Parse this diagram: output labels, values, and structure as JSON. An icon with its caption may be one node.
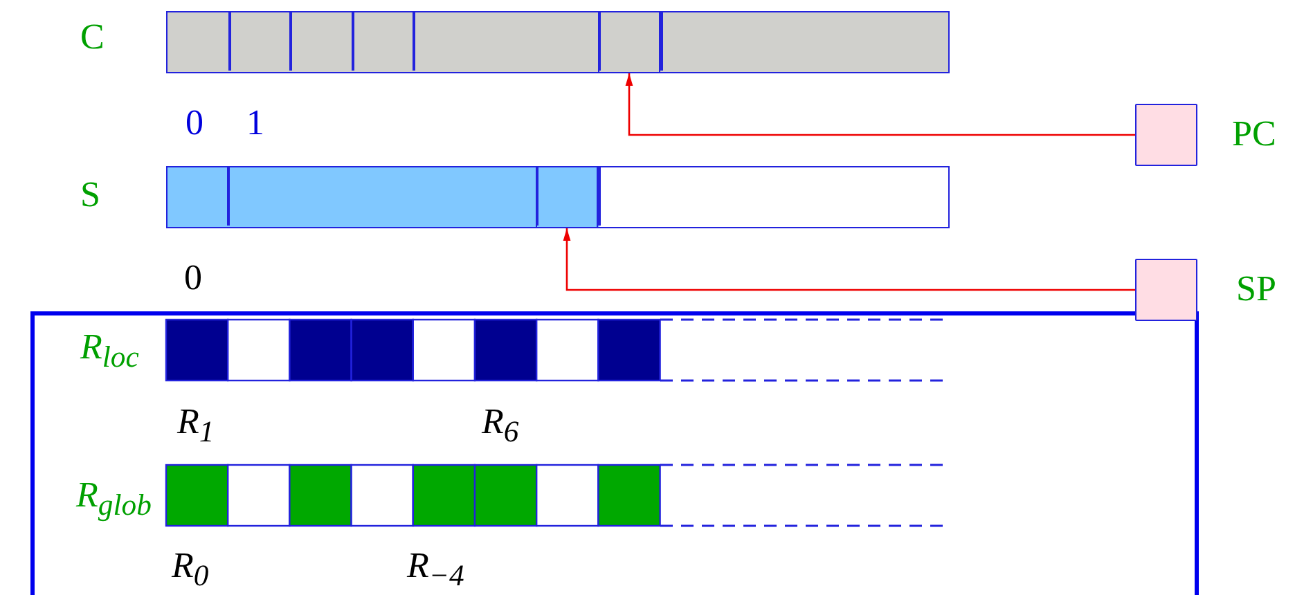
{
  "diagram": {
    "nodes": [
      {
        "text": [],
        "shape": "bar",
        "beside": [
          "C"
        ]
      },
      {
        "text": [],
        "shape": "box",
        "in": 0
      },
      {
        "text": [],
        "shape": "bar",
        "beside": [
          "S"
        ]
      },
      {
        "text": [],
        "shape": "box",
        "in": 2
      },
      {
        "text": [],
        "shape": "box",
        "beside": [
          "PC"
        ]
      },
      {
        "text": [],
        "shape": "box",
        "beside": [
          "SP"
        ]
      }
    ],
    "edges": [
      {
        "from": 4,
        "to": 1,
        "arrow": "to"
      },
      {
        "from": 5,
        "to": 3,
        "arrow": "to"
      }
    ],
    "labels": [
      "0",
      "1",
      "0",
      "R$_{loc}$",
      "R$_{1}$",
      "R$_{6}$",
      "R$_{glob}$",
      "R$_{0}$",
      "R$_{−4}$"
    ]
  }
}
